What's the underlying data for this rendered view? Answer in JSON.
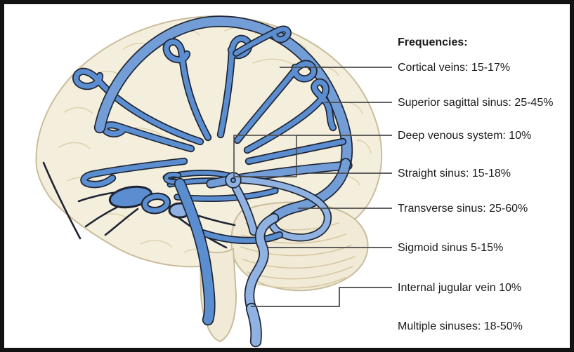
{
  "figure": {
    "title": "Frequencies:",
    "labels": [
      {
        "id": "cortical-veins",
        "text": "Cortical veins: 15-17%"
      },
      {
        "id": "superior-sagittal-sinus",
        "text": "Superior sagittal sinus: 25-45%"
      },
      {
        "id": "deep-venous-system",
        "text": "Deep venous system: 10%"
      },
      {
        "id": "straight-sinus",
        "text": "Straight sinus: 15-18%"
      },
      {
        "id": "transverse-sinus",
        "text": "Transverse sinus: 25-60%"
      },
      {
        "id": "sigmoid-sinus",
        "text": "Sigmoid sinus 5-15%"
      },
      {
        "id": "internal-jugular-vein",
        "text": "Internal jugular vein 10%"
      },
      {
        "id": "multiple-sinuses",
        "text": "Multiple sinuses: 18-50%"
      }
    ],
    "colors": {
      "vein_blue": "#5b8ed0",
      "vein_mid": "#729dd7",
      "vein_light": "#8fb2e2",
      "vein_outline": "#1e2433",
      "brain_fill": "#f4eedc",
      "brain_stem_fill": "#f1ead6",
      "brain_outline": "#c9bd9c",
      "gyri": "#ddd2ad",
      "hatch": "#d6c8a2",
      "leader_line": "#4a4a4a",
      "text": "#1c1c1c",
      "frame": "#121212",
      "background": "#ffffff"
    }
  }
}
